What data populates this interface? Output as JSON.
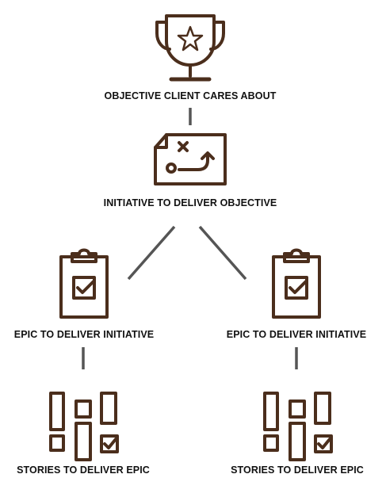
{
  "colors": {
    "icon": "#4b2e1c",
    "connector": "#555555",
    "text": "#111111"
  },
  "nodes": {
    "objective": {
      "label": "OBJECTIVE CLIENT CARES ABOUT",
      "icon": "trophy-star-icon"
    },
    "initiative": {
      "label": "INITIATIVE TO DELIVER OBJECTIVE",
      "icon": "game-plan-map-icon"
    },
    "epic_left": {
      "label": "EPIC TO DELIVER INITIATIVE",
      "icon": "clipboard-check-icon"
    },
    "epic_right": {
      "label": "EPIC TO DELIVER INITIATIVE",
      "icon": "clipboard-check-icon"
    },
    "stories_left": {
      "label": "STORIES TO DELIVER EPIC",
      "icon": "story-board-icon"
    },
    "stories_right": {
      "label": "STORIES TO DELIVER EPIC",
      "icon": "story-board-icon"
    }
  }
}
